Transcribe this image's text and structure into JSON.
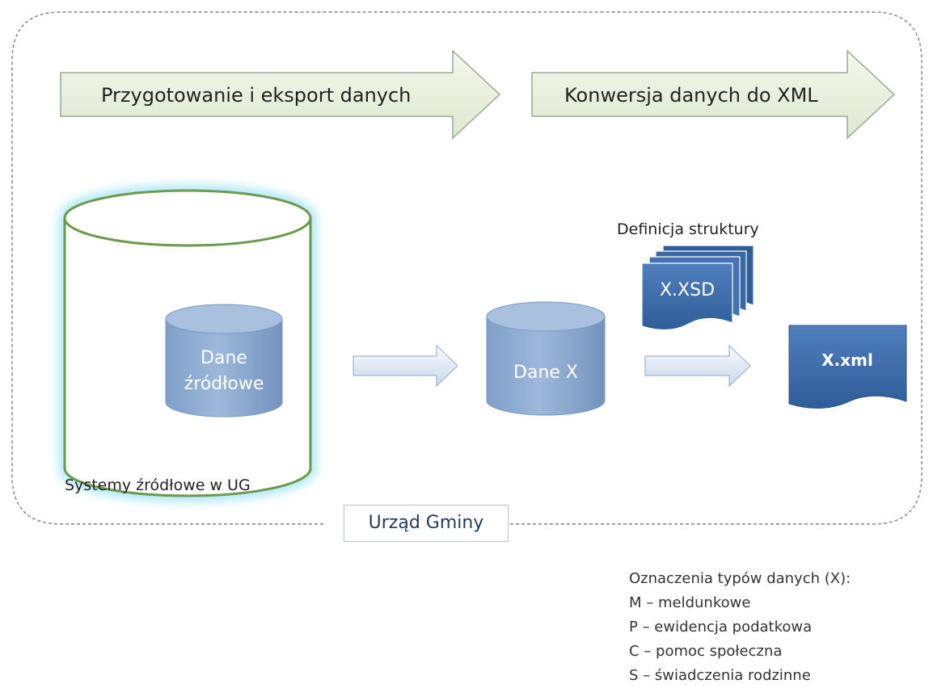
{
  "colors": {
    "arrow_fill": "#e7f0dc",
    "arrow_border": "#9aaa92",
    "cylinder_fill": "#8aa9cf",
    "document_fill": "#3f6fae",
    "outer_cylinder_glow": "#b6ecf9",
    "outer_cylinder_stroke": "#6a9a4a",
    "boundary_dash": "#808080"
  },
  "process_arrows": [
    {
      "label": "Przygotowanie i eksport danych"
    },
    {
      "label": "Konwersja danych do XML"
    }
  ],
  "source_system": {
    "caption": "Systemy źródłowe w UG",
    "database_line1": "Dane",
    "database_line2": "źródłowe"
  },
  "intermediate_database": {
    "label": "Dane X"
  },
  "schema": {
    "caption": "Definicja struktury",
    "label": "X.XSD"
  },
  "output_file": {
    "label": "X.xml"
  },
  "organization": {
    "label": "Urząd Gminy"
  },
  "legend": {
    "title": "Oznaczenia typów danych (X):",
    "items": [
      "M – meldunkowe",
      "P – ewidencja podatkowa",
      "C – pomoc społeczna",
      "S – świadczenia rodzinne"
    ]
  }
}
